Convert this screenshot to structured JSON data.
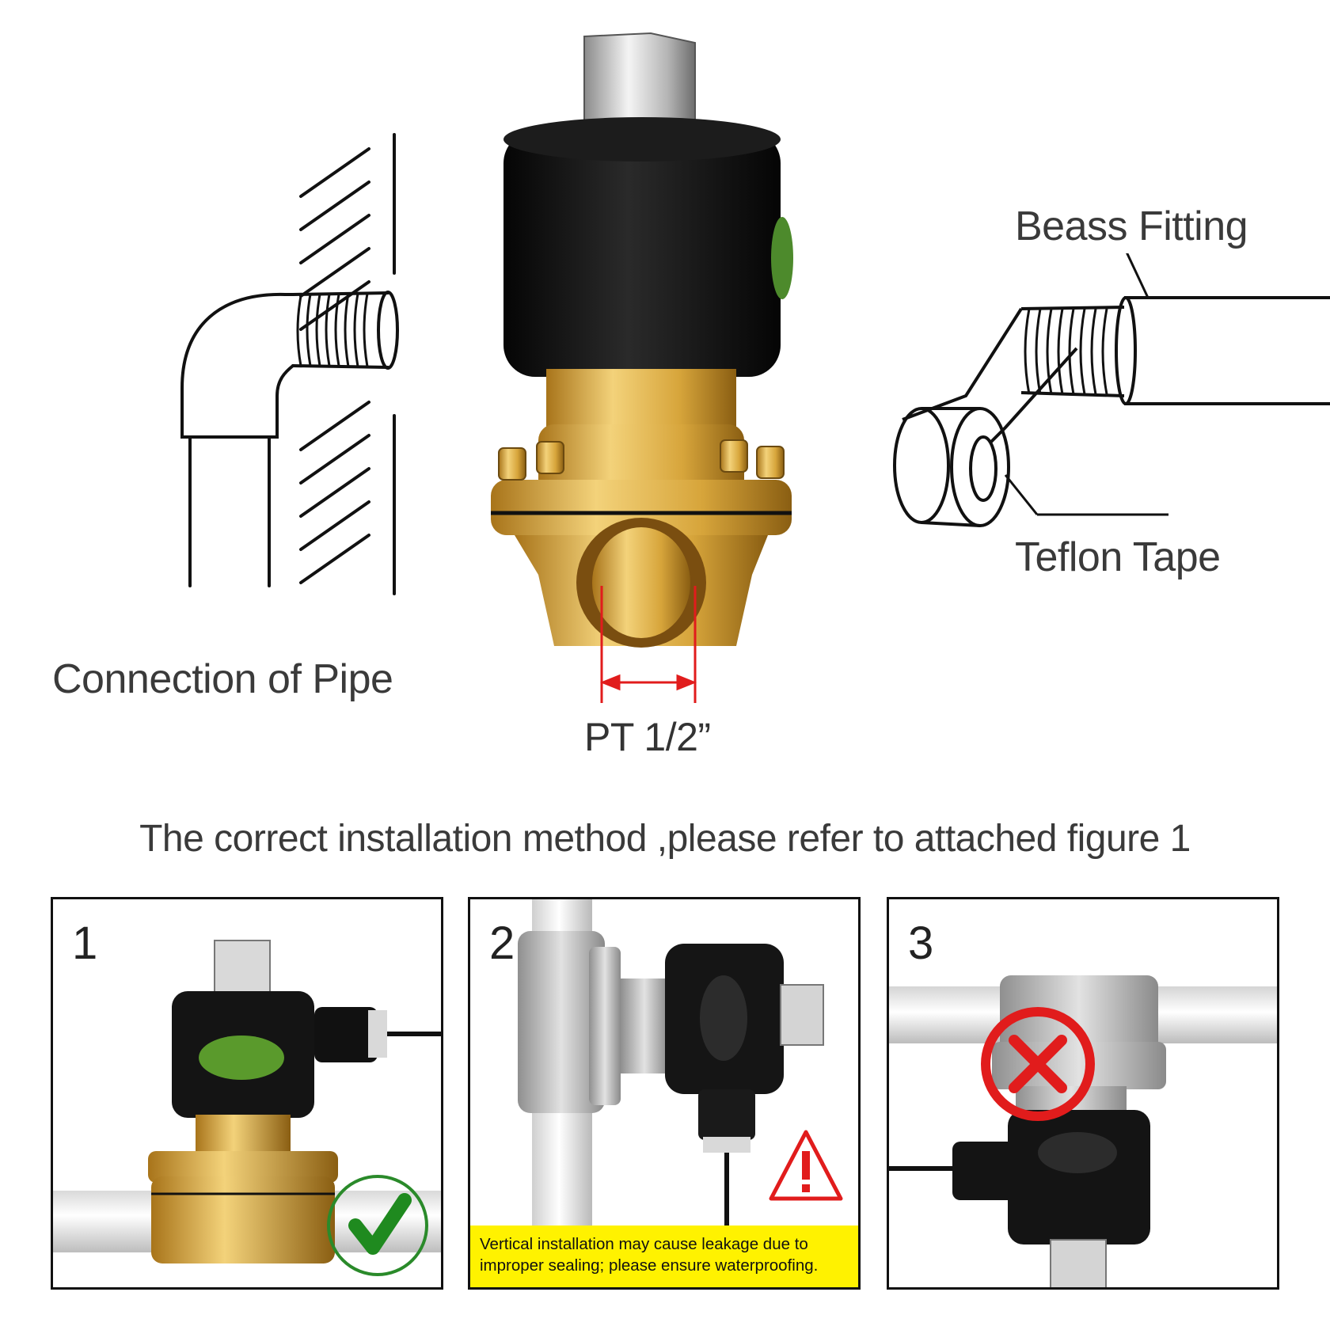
{
  "labels": {
    "connection_of_pipe": "Connection of Pipe",
    "beass_fitting": "Beass Fitting",
    "teflon_tape": "Teflon Tape",
    "pt_size": "PT 1/2”"
  },
  "instruction": "The correct installation method ,please refer to attached figure 1",
  "panels": [
    {
      "number": "1",
      "status_icon": "check-icon"
    },
    {
      "number": "2",
      "status_icon": "warning-icon",
      "warning_line1": "Vertical installation may cause leakage due to",
      "warning_line2": "improper sealing; please ensure waterproofing."
    },
    {
      "number": "3",
      "status_icon": "cross-icon"
    }
  ],
  "colors": {
    "brass": "#d8a93a",
    "coil": "#151515",
    "check": "#2a8a2a",
    "warning": "#e11c1c",
    "banner": "#fff200"
  }
}
